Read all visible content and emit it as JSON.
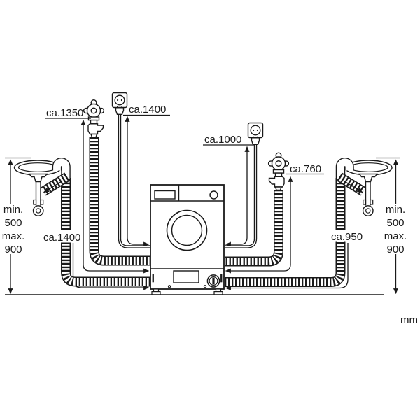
{
  "diagram": {
    "type": "washing-machine-installation-diagram",
    "unit": "mm",
    "dimensions": {
      "inlet_left": "ca.1350",
      "power_left": "ca.1400",
      "power_right": "ca.1000",
      "inlet_right": "ca.760",
      "drain_left": "ca.1400",
      "drain_right": "ca.950"
    },
    "height_range": {
      "min_word": "min.",
      "min_value": "500",
      "max_word": "max.",
      "max_value": "900"
    },
    "colors": {
      "line": "#1a1a1a",
      "background": "#ffffff"
    }
  }
}
